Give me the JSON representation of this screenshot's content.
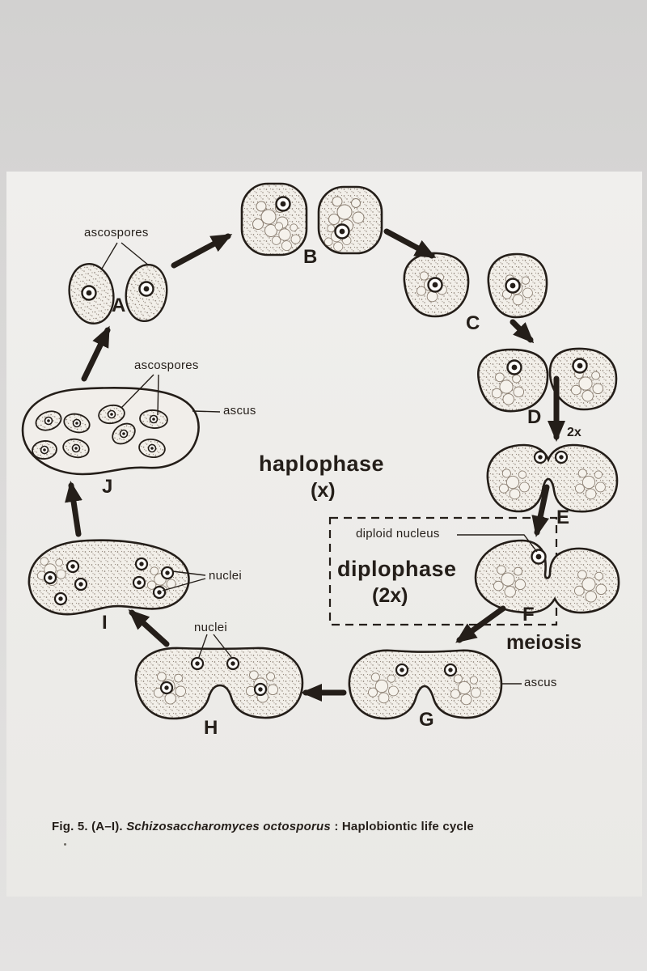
{
  "colors": {
    "ink": "#241e19",
    "page": "#edece9",
    "backdrop_top": "#d2d1d0",
    "backdrop_bottom": "#e4e3e2"
  },
  "diagram": {
    "stages": {
      "a": "A",
      "b": "B",
      "c": "C",
      "d": "D",
      "e": "E",
      "f": "F",
      "g": "G",
      "h": "H",
      "i": "I",
      "j": "J"
    },
    "labels": {
      "ascospores_top": "ascospores",
      "ascospores_ascus": "ascospores",
      "ascus_j": "ascus",
      "ascus_g": "ascus",
      "nuclei_i": "nuclei",
      "nuclei_h": "nuclei",
      "diploid_nucleus": "diploid nucleus",
      "haplophase": "haplophase",
      "haplophase_ploidy": "(x)",
      "diplophase": "diplophase",
      "diplophase_ploidy": "(2x)",
      "meiosis": "meiosis",
      "two_x": "2x"
    }
  },
  "caption": {
    "prefix": "Fig. 5. (A–I).",
    "species": "Schizosaccharomyces octosporus",
    "suffix": ": Haplobiontic life cycle"
  }
}
